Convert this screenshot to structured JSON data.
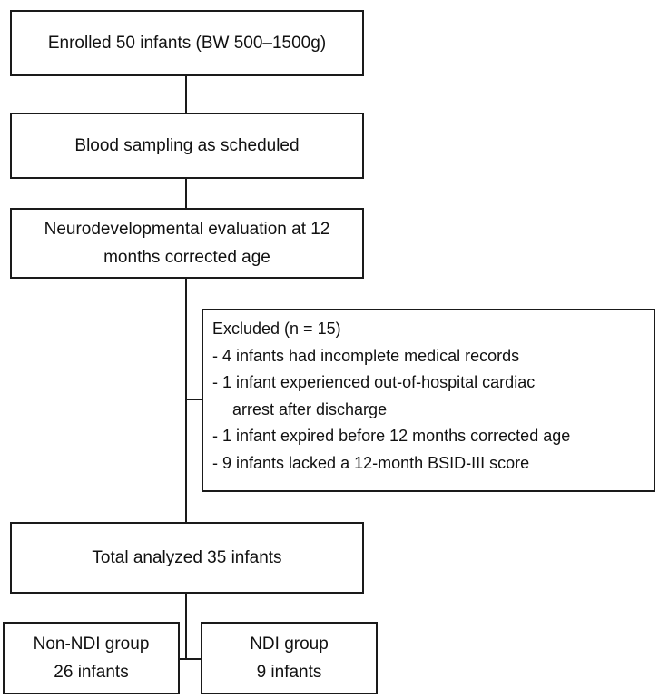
{
  "flow": {
    "enrolled": "Enrolled 50 infants (BW 500–1500g)",
    "blood": "Blood sampling as scheduled",
    "evaluation": [
      "Neurodevelopmental evaluation at 12",
      "months corrected age"
    ],
    "excluded": {
      "title": "Excluded (n = 15)",
      "items": [
        "- 4 infants had incomplete medical records",
        "- 1 infant experienced out-of-hospital cardiac",
        "arrest after discharge",
        "-  1 infant expired before 12 months corrected age",
        "-  9 infants lacked a 12-month BSID-III score"
      ]
    },
    "analyzed": "Total analyzed 35 infants",
    "non_ndi": [
      "Non-NDI group",
      "26 infants"
    ],
    "ndi": [
      "NDI group",
      "9 infants"
    ]
  }
}
